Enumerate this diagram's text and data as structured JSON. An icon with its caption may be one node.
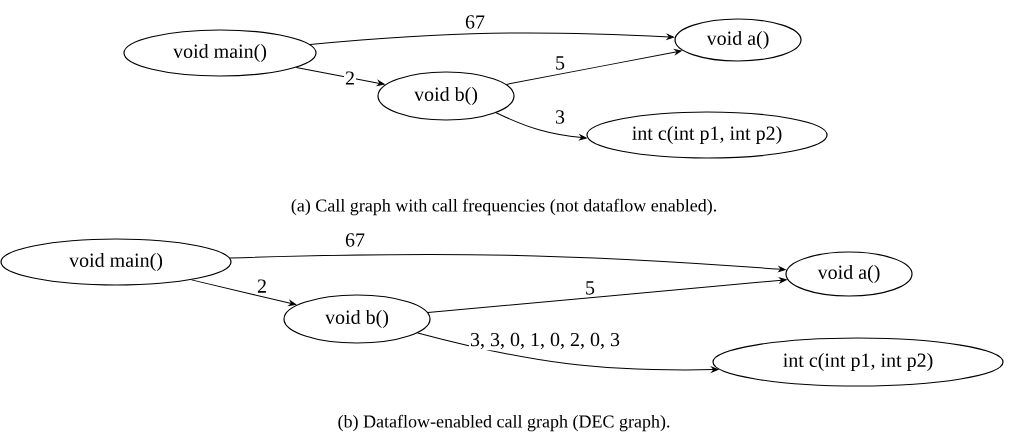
{
  "diagram": {
    "nodes": [
      {
        "text": [
          "void main()"
        ]
      },
      {
        "text": [
          "void a()"
        ]
      },
      {
        "text": [
          "void b()"
        ]
      },
      {
        "text": [
          "int c(int p1, int p2)"
        ]
      },
      {
        "text": [
          "void main()"
        ]
      },
      {
        "text": [
          "void a()"
        ]
      },
      {
        "text": [
          "void b()"
        ]
      },
      {
        "text": [
          "int c(int p1, int p2)"
        ]
      }
    ],
    "edges": [
      {
        "from": 0,
        "to": 1,
        "arrow": "to",
        "label": "67"
      },
      {
        "from": 0,
        "to": 2,
        "arrow": "to",
        "label": "2"
      },
      {
        "from": 2,
        "to": 1,
        "arrow": "to",
        "label": "5"
      },
      {
        "from": 2,
        "to": 3,
        "arrow": "to",
        "label": "3"
      },
      {
        "from": 4,
        "to": 5,
        "arrow": "to",
        "label": "67"
      },
      {
        "from": 4,
        "to": 6,
        "arrow": "to",
        "label": "2"
      },
      {
        "from": 6,
        "to": 5,
        "arrow": "to",
        "label": "5"
      },
      {
        "from": 6,
        "to": 7,
        "arrow": "to",
        "label": "3, 3, 0, 1, 0, 2, 0, 3"
      }
    ],
    "labels": [
      "(a)  Call graph with call frequencies (not dataflow enabled).",
      "(b)  Dataflow-enabled call graph (DEC graph)."
    ]
  }
}
